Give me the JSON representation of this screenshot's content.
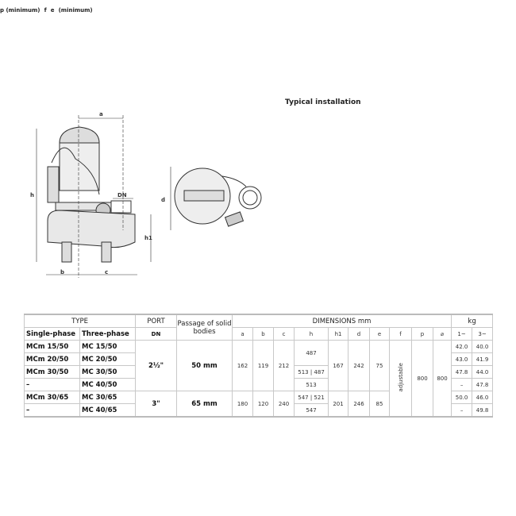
{
  "diagram": {
    "title": "Typical installation",
    "dim_labels": {
      "a": "a",
      "b": "b",
      "c": "c",
      "h": "h",
      "h1": "h1",
      "dn": "DN",
      "d": "d",
      "p": "p (minimum)",
      "f": "f",
      "e": "e",
      "min": "(minimum)"
    },
    "colors": {
      "water": "#cfe6f2",
      "wall": "#b8b8b8",
      "pump": "#444444",
      "float": "#f08a1c",
      "control_box": "#2f7fb8",
      "arrow": "#2a63b0"
    }
  },
  "table": {
    "headers": {
      "type": "TYPE",
      "single": "Single-phase",
      "three": "Three-phase",
      "port": "PORT",
      "dn": "DN",
      "passage": "Passage of solid bodies",
      "dimensions": "DIMENSIONS mm",
      "kg": "kg",
      "cols": [
        "a",
        "b",
        "c",
        "h",
        "h1",
        "d",
        "e",
        "f",
        "p",
        "⌀"
      ],
      "kg_cols": [
        "1~",
        "3~"
      ]
    },
    "groups": [
      {
        "port": "2½\"",
        "passage": "50 mm",
        "a": "162",
        "b": "119",
        "c": "212",
        "h1": "167",
        "d": "242",
        "e": "75"
      },
      {
        "port": "3\"",
        "passage": "65 mm",
        "a": "180",
        "b": "120",
        "c": "240",
        "h1": "201",
        "d": "246",
        "e": "85"
      }
    ],
    "h_values": [
      "487",
      "513 | 487",
      "513",
      "547 | 521",
      "547"
    ],
    "f": "adjustable",
    "p": "800",
    "diam": "800",
    "rows": [
      {
        "single": "MCm 15/50",
        "three": "MC 15/50",
        "kg1": "42.0",
        "kg3": "40.0"
      },
      {
        "single": "MCm 20/50",
        "three": "MC 20/50",
        "kg1": "43.0",
        "kg3": "41.9"
      },
      {
        "single": "MCm 30/50",
        "three": "MC 30/50",
        "kg1": "47.8",
        "kg3": "44.0"
      },
      {
        "single": "–",
        "three": "MC 40/50",
        "kg1": "–",
        "kg3": "47.8"
      },
      {
        "single": "MCm 30/65",
        "three": "MC 30/65",
        "kg1": "50.0",
        "kg3": "46.0"
      },
      {
        "single": "–",
        "three": "MC 40/65",
        "kg1": "–",
        "kg3": "49.8"
      }
    ]
  }
}
